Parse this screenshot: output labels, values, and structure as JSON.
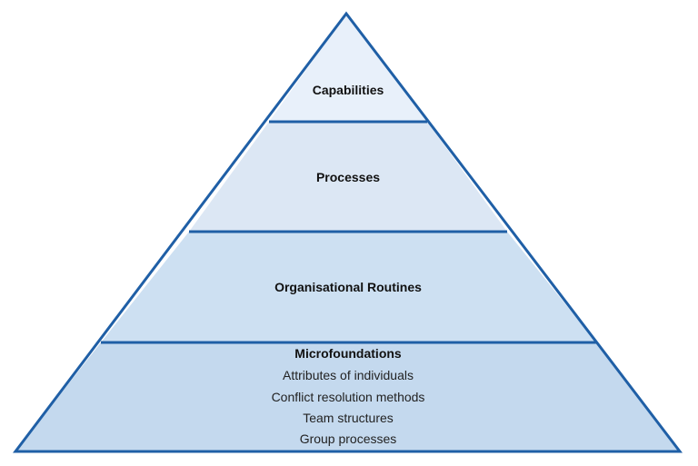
{
  "tiers": [
    {
      "title": "Capabilities",
      "fill": "#e8f0fa"
    },
    {
      "title": "Processes",
      "fill": "#dce7f4"
    },
    {
      "title": "Organisational Routines",
      "fill": "#cde0f2"
    },
    {
      "title": "Microfoundations",
      "fill": "#c4d9ee",
      "items": [
        "Attributes of individuals",
        "Conflict resolution methods",
        "Team structures",
        "Group processes"
      ]
    }
  ],
  "outline_color": "#1f5fa6"
}
